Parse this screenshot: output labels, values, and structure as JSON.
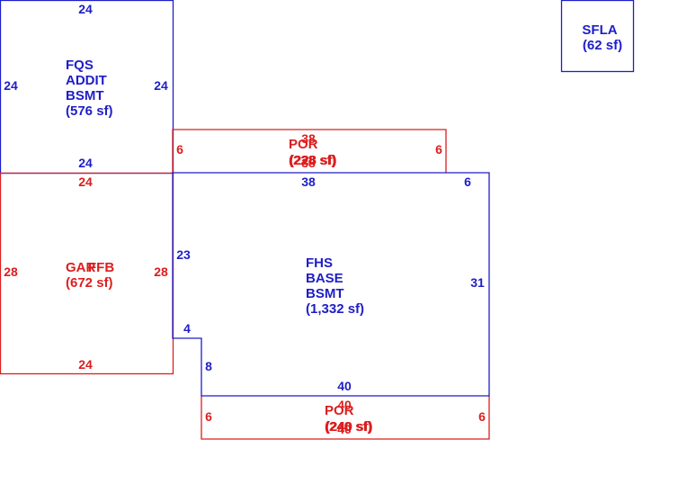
{
  "colors": {
    "blue": "#1e1ec8",
    "red": "#dc1e1e",
    "background": "#ffffff"
  },
  "areas": {
    "fqs": {
      "name": "FQS",
      "type": "ADDIT",
      "level": "BSMT",
      "area": "(576 sf)",
      "dims": {
        "top": "24",
        "left": "24",
        "right": "24",
        "bottom": "24"
      }
    },
    "garage": {
      "name_1": "GAR",
      "name_2": "FFB",
      "area": "(672 sf)",
      "dims": {
        "top": "24",
        "left": "28",
        "right": "28",
        "bottom": "24"
      }
    },
    "fhs": {
      "name": "FHS",
      "type": "BASE",
      "level": "BSMT",
      "area": "(1,332 sf)",
      "dims": {
        "top": "38",
        "right_top": "6",
        "right": "31",
        "left": "23",
        "notch_width": "4",
        "notch_height": "8",
        "bottom": "40"
      }
    },
    "porch_top": {
      "name": "POR",
      "area_1": "(228 sf)",
      "area_2": "(228 sf)",
      "dims": {
        "top": "38",
        "bottom": "38",
        "left": "6",
        "right": "6"
      }
    },
    "porch_bottom": {
      "name": "POR",
      "area_1": "(240 sf)",
      "area_2": "(240 sf)",
      "dims": {
        "top": "40",
        "bottom": "40",
        "left": "6",
        "right": "6"
      }
    },
    "sfla": {
      "name": "SFLA",
      "area": "(62 sf)"
    }
  }
}
